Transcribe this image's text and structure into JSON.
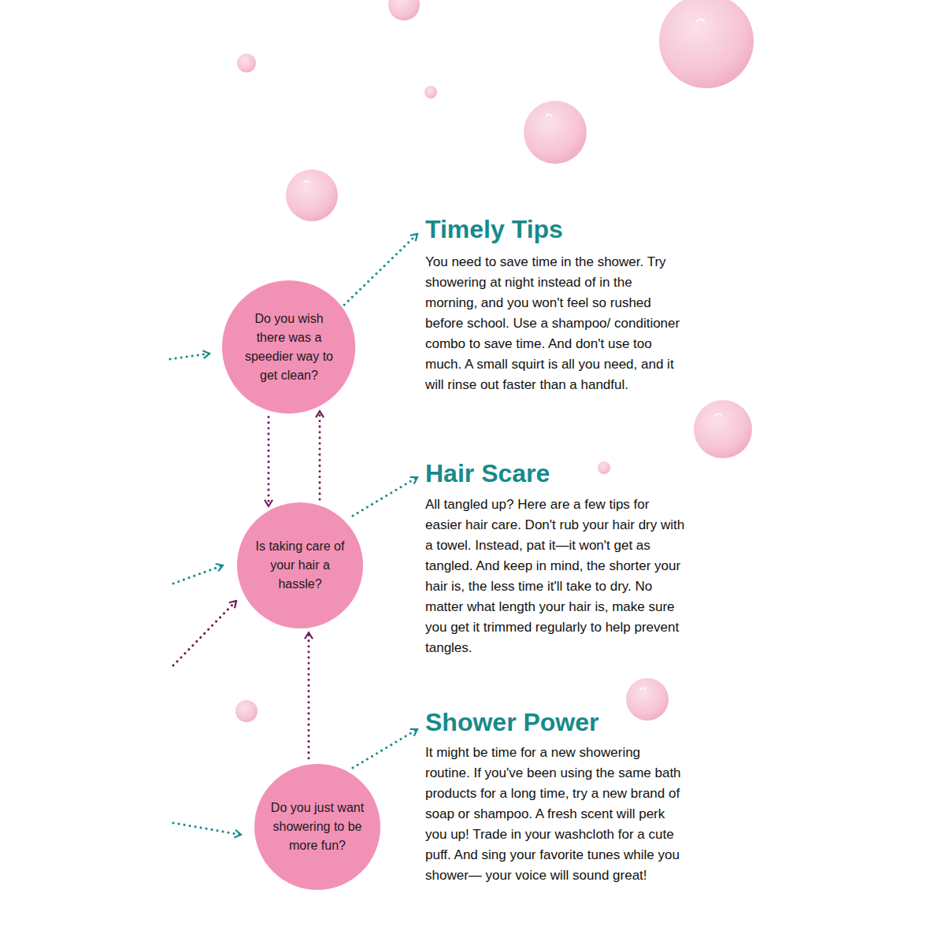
{
  "diagram": {
    "nodes": [
      {
        "text": [
          "Do you wish there was a speedier way to get clean?"
        ]
      },
      {
        "text": [
          "Is taking care of your hair a hassle?"
        ]
      },
      {
        "text": [
          "Do you just want showering to be more fun?"
        ]
      }
    ],
    "edges": [
      {
        "from": 0,
        "to": 1,
        "arrow": "to"
      },
      {
        "from": 1,
        "to": 0,
        "arrow": "to"
      },
      {
        "from": 2,
        "to": 1,
        "arrow": "to"
      }
    ],
    "labels": [
      "Timely Tips",
      "You need to save time in the shower. Try showering at night instead of in the morning, and you won't feel so rushed before school. Use a shampoo/ conditioner combo to save time. And don't use too much. A small squirt is all you need, and it will rinse out faster than a handful.",
      "Hair Scare",
      "All tangled up? Here are a few tips for easier hair care. Don't rub your hair dry with a towel. Instead, pat it—it won't get as tangled. And keep in mind, the shorter your hair is, the less time it'll take to dry. No matter what length your hair is, make sure you get it trimmed regularly to help prevent tangles.",
      "Shower Power",
      "It might be time for a new showering routine. If you've been using the same bath products for a long time, try a new brand of soap or shampoo. A fresh scent will perk you up! Trade in your washcloth for a cute puff. And sing your favorite tunes while you shower— your voice will sound great!"
    ]
  }
}
